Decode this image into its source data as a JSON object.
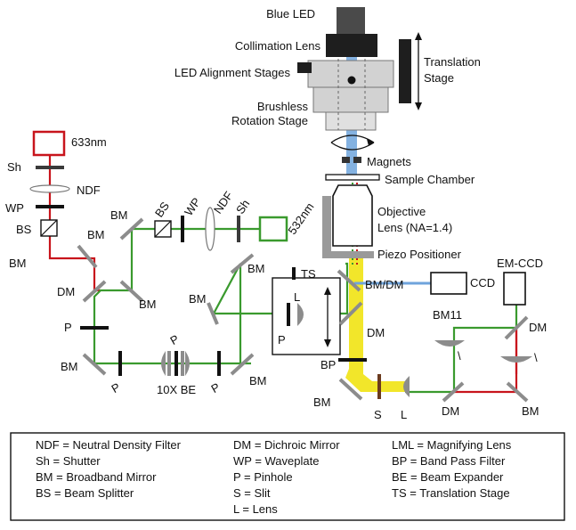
{
  "colors": {
    "red_beam": "#c8141c",
    "green_beam": "#3a9a2e",
    "blue_beam": "#6fa4dc",
    "yellow_beam": "#f2e62a",
    "mirror_gray": "#8c8c8c",
    "dark_gray": "#3a3a3a",
    "housing_gray": "#d2d2d2"
  },
  "labels": {
    "blue_led": "Blue LED",
    "collimation_lens": "Collimation Lens",
    "led_alignment": "LED Alignment Stages",
    "translation_1": "Translation",
    "translation_2": "Stage",
    "brushless_1": "Brushless",
    "brushless_2": "Rotation Stage",
    "magnets": "Magnets",
    "sample_chamber": "Sample Chamber",
    "objective_1": "Objective",
    "objective_2": "Lens (NA=1.4)",
    "piezo": "Piezo Positioner",
    "ccd": "CCD",
    "emccd": "EM-CCD",
    "laser_633": "633nm",
    "laser_532": "532nm",
    "sh": "Sh",
    "ndf": "NDF",
    "wp": "WP",
    "bs": "BS",
    "bm": "BM",
    "dm": "DM",
    "p": "P",
    "l": "L",
    "s": "S",
    "ts": "TS",
    "bp": "BP",
    "bm_dm": "BM/DM",
    "bm11": "BM11",
    "lml_mark": "\\",
    "be_10x": "10X BE"
  },
  "legend": {
    "col1": [
      "NDF = Neutral Density Filter",
      "Sh = Shutter",
      "BM = Broadband Mirror",
      "BS = Beam Splitter"
    ],
    "col2": [
      "DM = Dichroic Mirror",
      "WP = Waveplate",
      "P = Pinhole",
      "S = Slit",
      "L = Lens"
    ],
    "col3": [
      "LML = Magnifying Lens",
      "BP = Band Pass Filter",
      "BE = Beam Expander",
      "TS = Translation Stage"
    ]
  }
}
